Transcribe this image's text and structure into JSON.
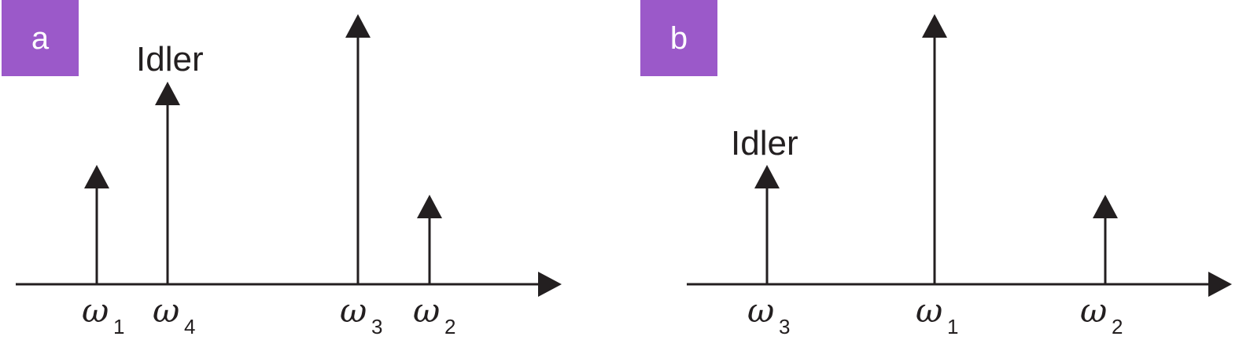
{
  "colors": {
    "badge": "#9b59c9",
    "ink": "#231f20",
    "badge_text": "#ffffff"
  },
  "panels": [
    {
      "badge": "a",
      "idler_label": "Idler",
      "lines": [
        {
          "symbol": "ω",
          "sub": "1",
          "height": 0.51
        },
        {
          "symbol": "ω",
          "sub": "4",
          "height": 0.84
        },
        {
          "symbol": "ω",
          "sub": "3",
          "height": 1.0
        },
        {
          "symbol": "ω",
          "sub": "2",
          "height": 0.38
        }
      ]
    },
    {
      "badge": "b",
      "idler_label": "Idler",
      "lines": [
        {
          "symbol": "ω",
          "sub": "3",
          "height": 0.42
        },
        {
          "symbol": "ω",
          "sub": "1",
          "height": 1.0
        },
        {
          "symbol": "ω",
          "sub": "2",
          "height": 0.35
        }
      ]
    }
  ]
}
